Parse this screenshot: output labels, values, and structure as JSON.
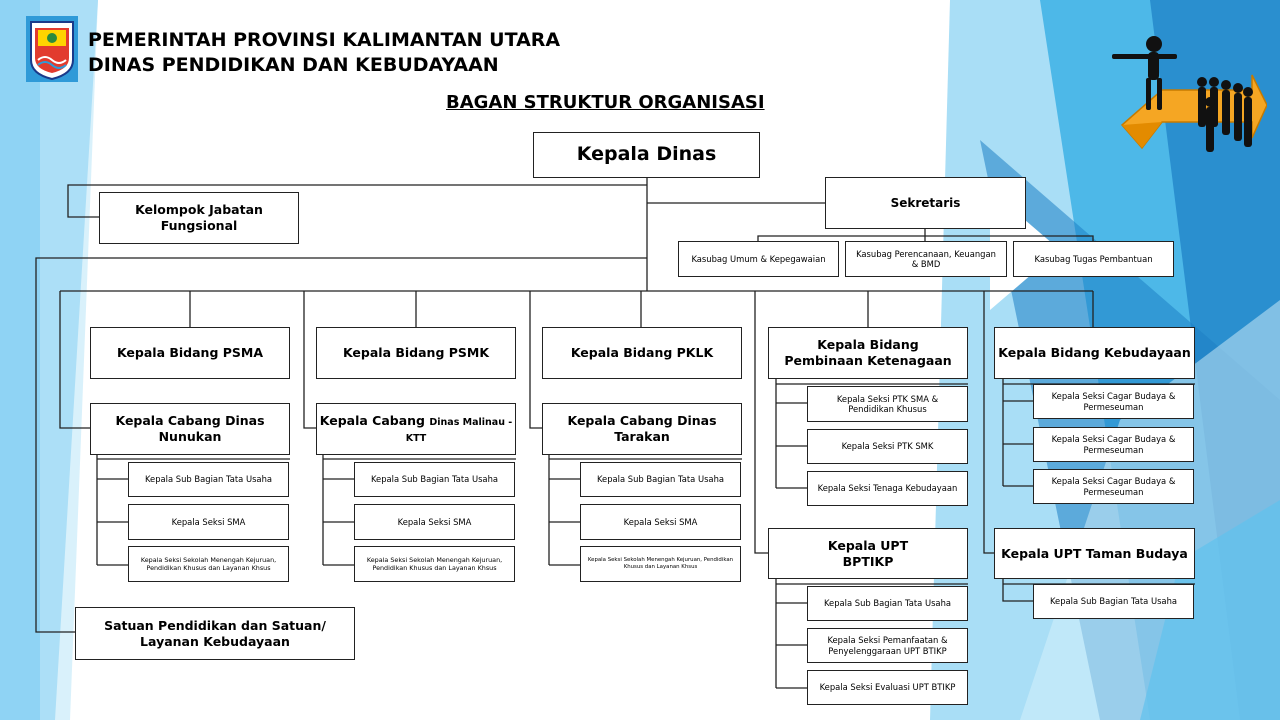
{
  "header": {
    "line1": "PEMERINTAH PROVINSI KALIMANTAN UTARA",
    "line2": "DINAS PENDIDIKAN DAN KEBUDAYAAN",
    "title": "BAGAN STRUKTUR ORGANISASI"
  },
  "icons": {
    "logo": "kalimantan-utara-emblem-icon",
    "decoration": "stick-figures-arrow-icon"
  },
  "colors": {
    "accent_blue": "#29a3df",
    "light_blue": "#8fd3f4",
    "arrow_orange": "#f5a623"
  },
  "nodes": {
    "kepala_dinas": "Kepala Dinas",
    "kelompok_jabatan": "Kelompok Jabatan Fungsional",
    "sekretaris": "Sekretaris",
    "kasubag_umum": "Kasubag Umum & Kepegawaian",
    "kasubag_perencanaan": "Kasubag Perencanaan, Keuangan & BMD",
    "kasubag_tugas": "Kasubag Tugas Pembantuan",
    "bidang_psma": "Kepala Bidang PSMA",
    "bidang_psmk": "Kepala Bidang PSMK",
    "bidang_pklk": "Kepala Bidang PKLK",
    "bidang_ketenagaan": "Kepala Bidang Pembinaan Ketenagaan",
    "bidang_kebudayaan": "Kepala Bidang Kebudayaan",
    "cabang_nunukan": "Kepala Cabang Dinas Nunukan",
    "cabang_malinau_a": "Kepala Cabang",
    "cabang_malinau_b": "Dinas Malinau - KTT",
    "cabang_tarakan": "Kepala Cabang Dinas Tarakan",
    "nunukan_tu": "Kepala  Sub Bagian Tata Usaha",
    "nunukan_sma": "Kepala Seksi SMA",
    "nunukan_smk": "Kepala Seksi Sekolah Menengah Kejuruan, Pendidikan Khusus dan Layanan Khsus",
    "malinau_tu": "Kepala  Sub Bagian Tata Usaha",
    "malinau_sma": "Kepala Seksi SMA",
    "malinau_smk": "Kepala Seksi Sekolah Menengah Kejuruan, Pendidikan Khusus dan Layanan Khsus",
    "tarakan_tu": "Kepala  Sub Bagian Tata Usaha",
    "tarakan_sma": "Kepala Seksi SMA",
    "tarakan_smk": "Kepala Seksi Sekolah Menengah Kejuruan, Pendidikan Khusus dan Layanan Khsus",
    "ptk_sma": "Kepala Seksi PTK SMA & Pendidikan Khusus",
    "ptk_smk": "Kepala Seksi PTK SMK",
    "tenaga_kebudayaan": "Kepala Seksi Tenaga Kebudayaan",
    "upt_bptikp_a": "Kepala UPT",
    "upt_bptikp_b": "BPTIKP",
    "bptikp_tu": "Kepala  Sub Bagian Tata Usaha",
    "bptikp_pemanfaatan": "Kepala Seksi Pemanfaatan & Penyelenggaraan UPT BTIKP",
    "bptikp_evaluasi": "Kepala Seksi Evaluasi UPT BTIKP",
    "cagar_1": "Kepala Seksi Cagar Budaya & Permeseuman",
    "cagar_2": "Kepala Seksi Cagar Budaya & Permeseuman",
    "cagar_3": "Kepala Seksi Cagar Budaya & Permeseuman",
    "upt_taman": "Kepala UPT Taman Budaya",
    "taman_tu": "Kepala  Sub Bagian Tata Usaha",
    "satuan_pendidikan": "Satuan Pendidikan dan Satuan/ Layanan Kebudayaan"
  }
}
